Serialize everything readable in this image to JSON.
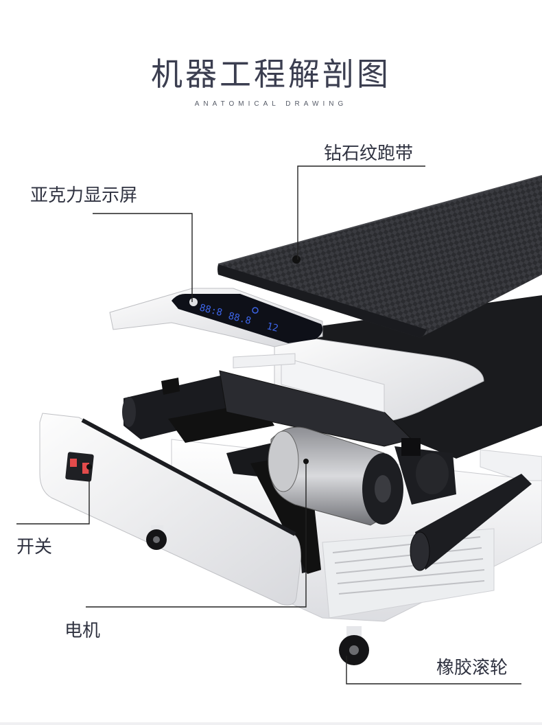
{
  "header": {
    "title": "机器工程解剖图",
    "subtitle": "ANATOMICAL DRAWING"
  },
  "callouts": {
    "belt": "钻石纹跑带",
    "display": "亚克力显示屏",
    "switch": "开关",
    "motor": "电机",
    "roller": "橡胶滚轮"
  },
  "display_panel": {
    "readouts": [
      "88:8",
      "88.8",
      "12"
    ]
  },
  "colors": {
    "belt": "#2b2c30",
    "frame": "#f3f4f6",
    "motor": "#1c1d21",
    "display": "#0e1018",
    "display_text": "#3c64e6",
    "line": "#222222"
  }
}
